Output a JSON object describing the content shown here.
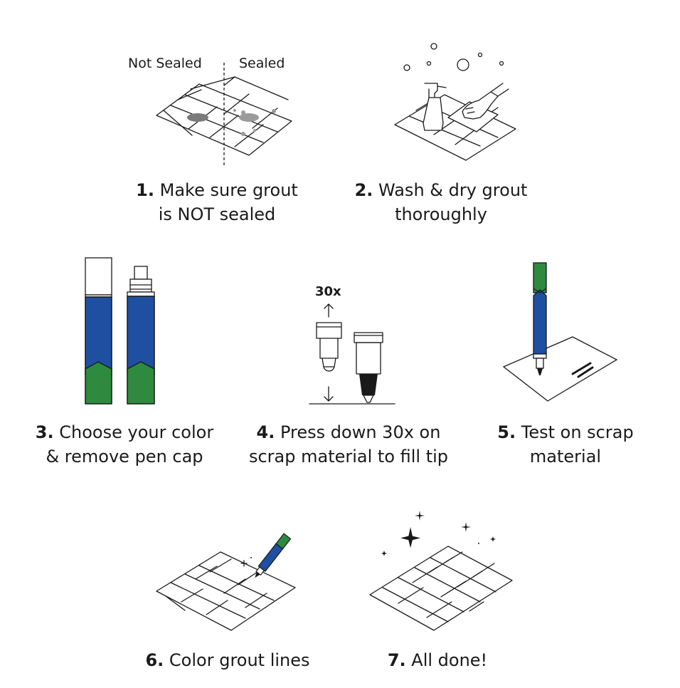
{
  "steps": [
    {
      "num": "1.",
      "line1": "Make sure grout",
      "line2": "is NOT sealed",
      "labels": {
        "left": "Not Sealed",
        "right": "Sealed"
      }
    },
    {
      "num": "2.",
      "line1": "Wash & dry grout",
      "line2": "thoroughly"
    },
    {
      "num": "3.",
      "line1": "Choose your color",
      "line2": "& remove pen cap"
    },
    {
      "num": "4.",
      "line1": "Press down 30x on",
      "line2": "scrap material to fill tip",
      "labels": {
        "count": "30x"
      }
    },
    {
      "num": "5.",
      "line1": "Test on scrap",
      "line2": "material"
    },
    {
      "num": "6.",
      "line1": "Color grout lines"
    },
    {
      "num": "7.",
      "line1": "All done!"
    }
  ],
  "colors": {
    "ink": "#1a1a1a",
    "pen_blue": "#1f4fa0",
    "pen_green": "#2e8a3e",
    "stain": "#8a8a8a"
  }
}
